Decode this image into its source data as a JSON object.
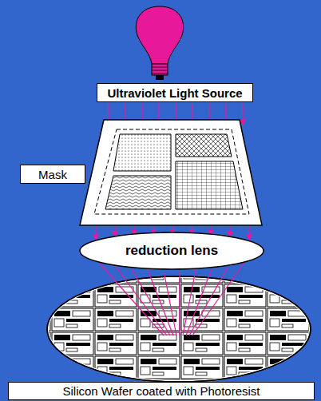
{
  "diagram": {
    "nodes": [
      {
        "text": [
          "Ultraviolet Light Source"
        ]
      },
      {
        "text": [
          "Mask"
        ]
      },
      {
        "text": [
          "reduction lens"
        ]
      },
      {
        "text": [
          "Silicon Wafer coated with Photoresist"
        ]
      }
    ]
  }
}
